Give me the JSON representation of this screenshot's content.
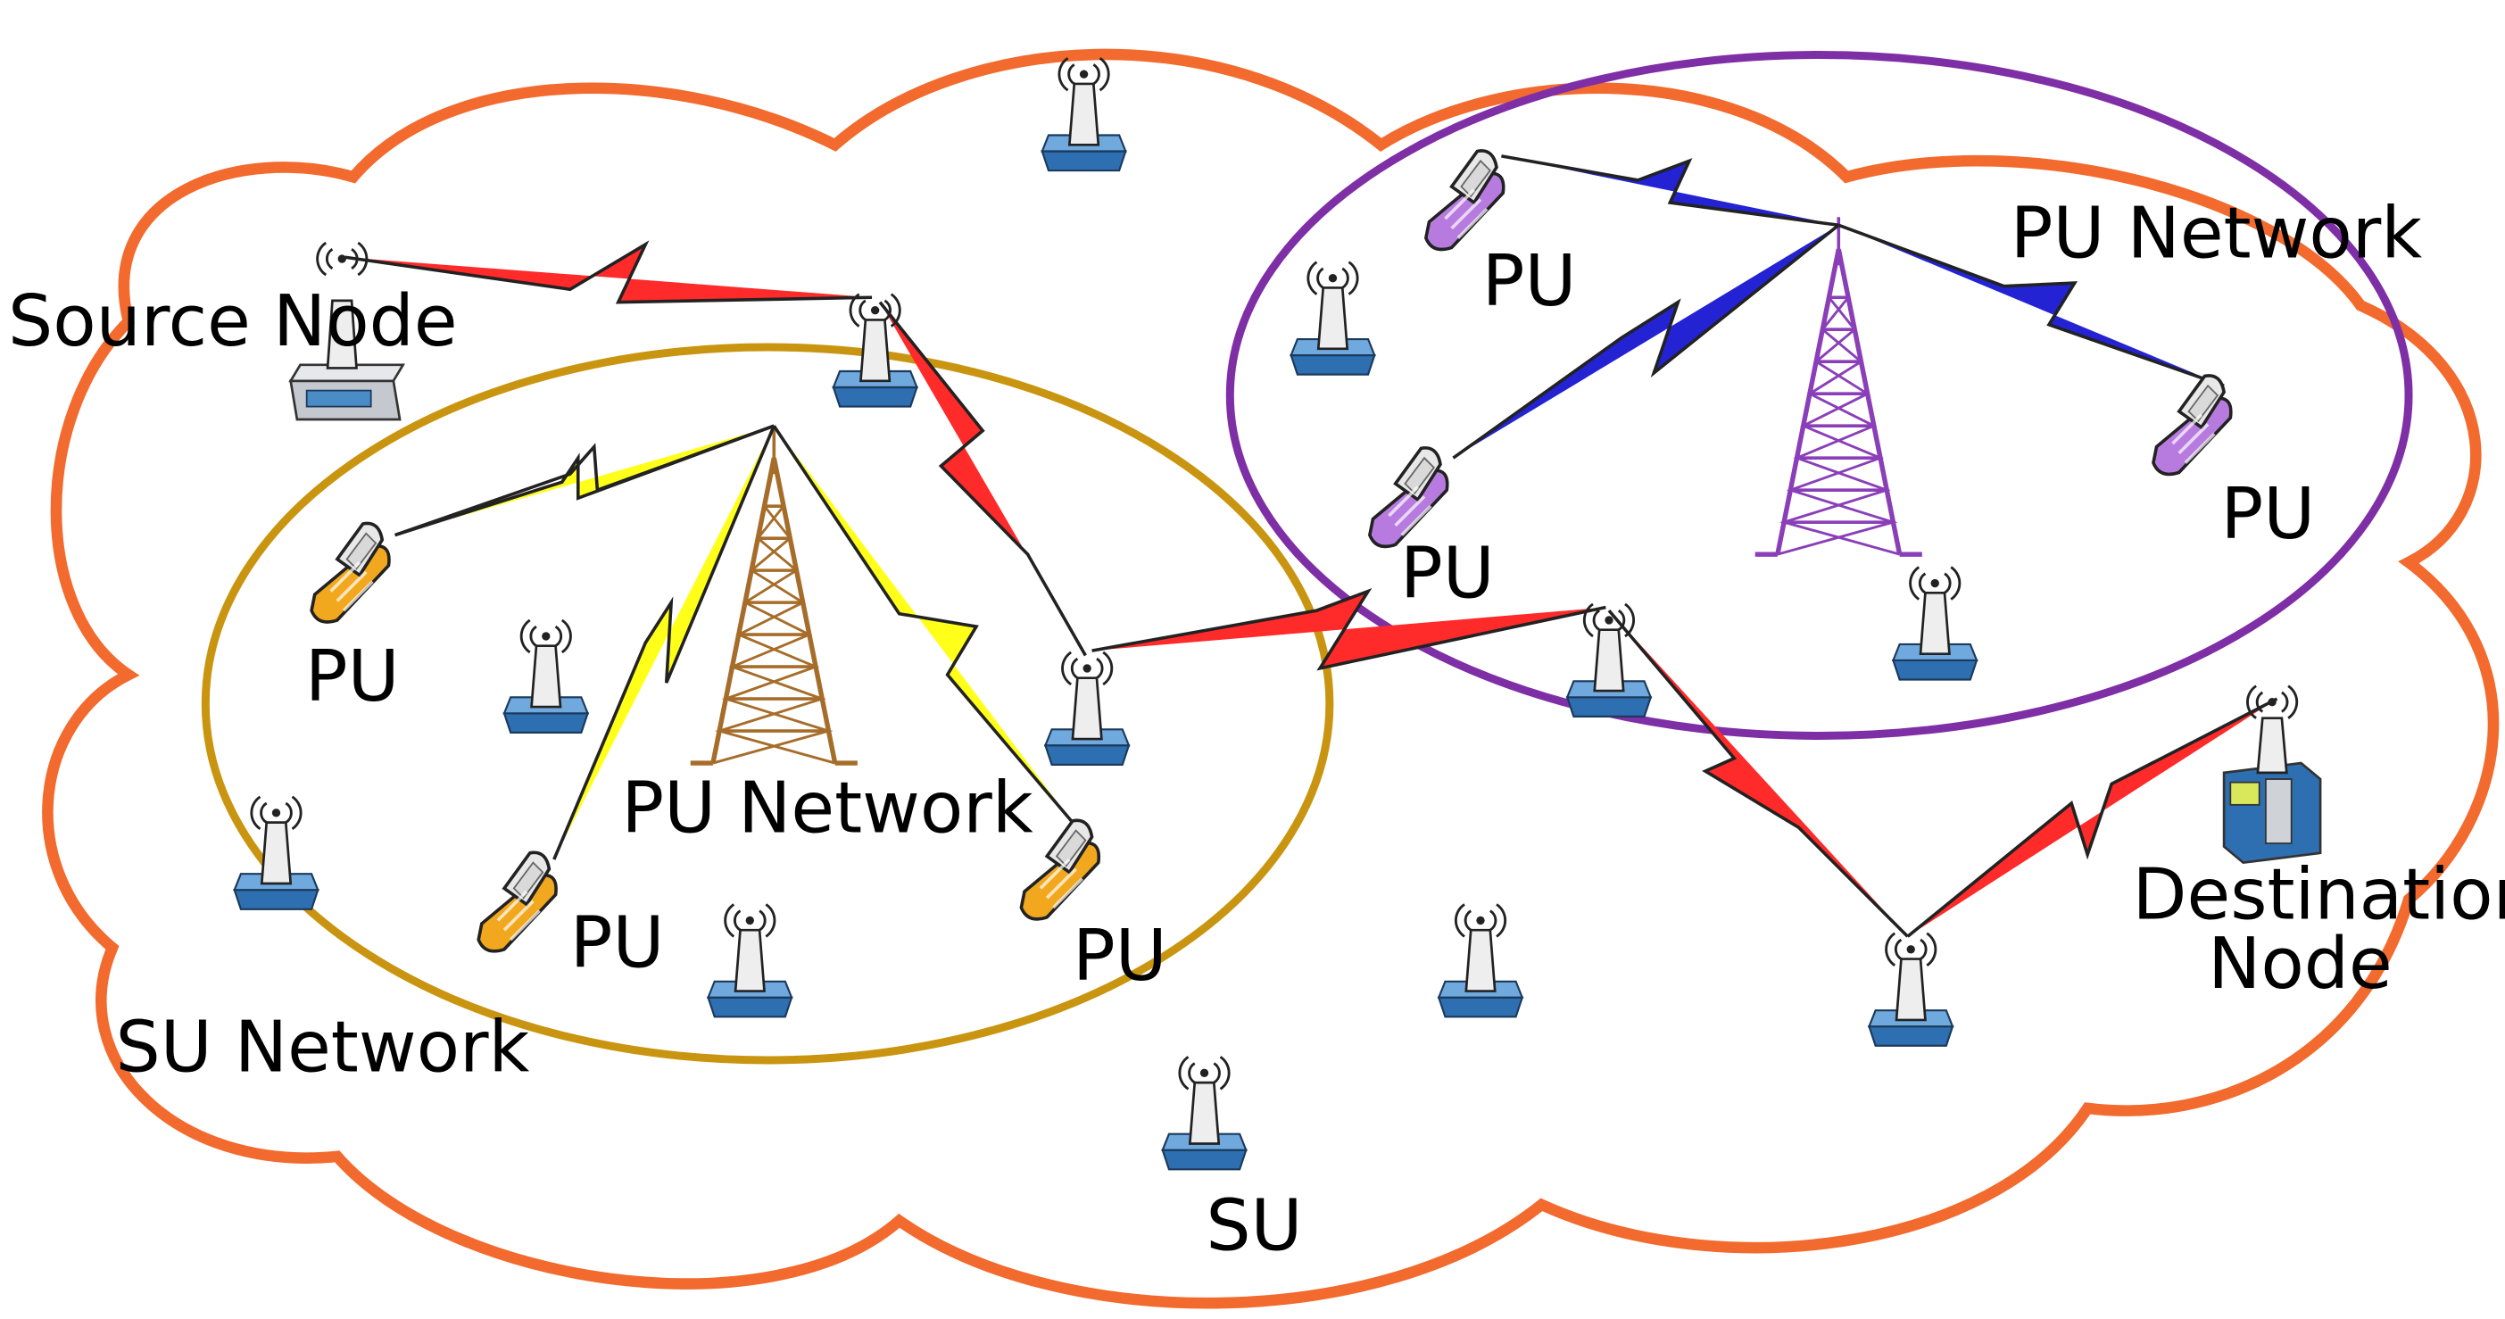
{
  "labels": {
    "source_node": "Source Node",
    "su_network": "SU Network",
    "pu_network": "PU Network",
    "pu": "PU",
    "su": "SU",
    "destination": "Destination",
    "node": "Node"
  },
  "colors": {
    "su_cloud": "#f26a2e",
    "pu_network_left": "#c99511",
    "pu_network_right": "#7f2fa6",
    "tower_left": "#a66d2a",
    "tower_right": "#8a3fb8",
    "link_su": "#ff2a2a",
    "link_pu_left": "#ffff1a",
    "link_pu_right": "#2323d4",
    "phone_left": "#f2a81e",
    "phone_right": "#b77be0",
    "su_base": "#4a8cc6"
  }
}
